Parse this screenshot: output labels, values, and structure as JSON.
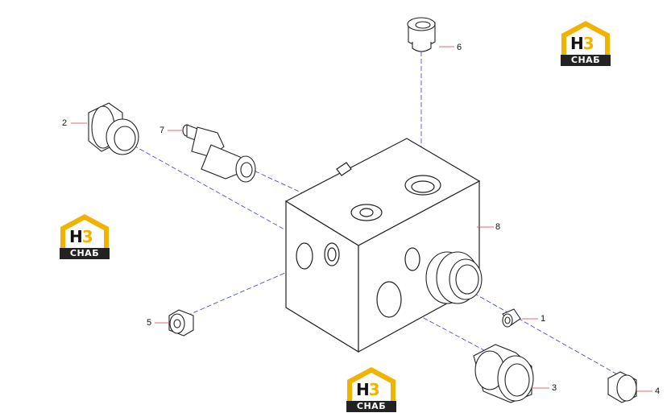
{
  "callouts": [
    {
      "id": "1",
      "label": "1"
    },
    {
      "id": "2",
      "label": "2"
    },
    {
      "id": "3",
      "label": "3"
    },
    {
      "id": "4",
      "label": "4"
    },
    {
      "id": "5",
      "label": "5"
    },
    {
      "id": "6",
      "label": "6"
    },
    {
      "id": "7",
      "label": "7"
    },
    {
      "id": "8",
      "label": "8"
    }
  ],
  "watermark": {
    "code_main": "H",
    "code_accent": "3",
    "caption": "СНАБ",
    "accent_color": "#f0b400"
  },
  "colors": {
    "line": "#222222",
    "leader": "#d04040",
    "axis": "#3a3ad0"
  }
}
